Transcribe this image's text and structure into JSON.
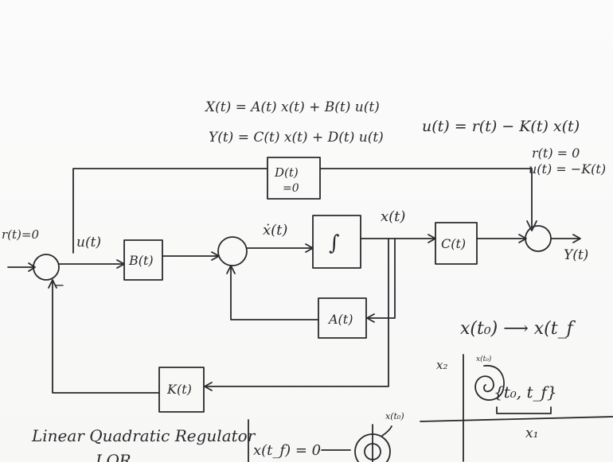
{
  "equations": {
    "state": "X(t) = A(t) x(t) + B(t) u(t)",
    "output": "Y(t) = C(t) x(t) + D(t) u(t)",
    "control": "u(t) = r(t) − K(t) x(t)",
    "ref_zero": "r(t) = 0",
    "control_reduced": "u(t) = −K(t)"
  },
  "blocks": {
    "D": "D(t)",
    "D_zero": "=0",
    "B": "B(t)",
    "integrator": "∫",
    "C": "C(t)",
    "A": "A(t)",
    "K": "K(t)"
  },
  "signals": {
    "reference": "r(t)=0",
    "input": "u(t)",
    "state_dot": "ẋ(t)",
    "state": "x(t)",
    "output": "Y(t)",
    "minus_sign": "−"
  },
  "notes": {
    "transition": "x(t₀) ⟶ x(t_f",
    "interval": "{t₀, t_f}",
    "axis_x2": "x₂",
    "axis_x1": "x₁",
    "spiral_label": "x(t₀)",
    "lqr_title": "Linear Quadratic Regulator",
    "lqr_abbr": "LQR",
    "final_state": "x(t_f) = 0",
    "circle_label": "x(t₀)"
  }
}
